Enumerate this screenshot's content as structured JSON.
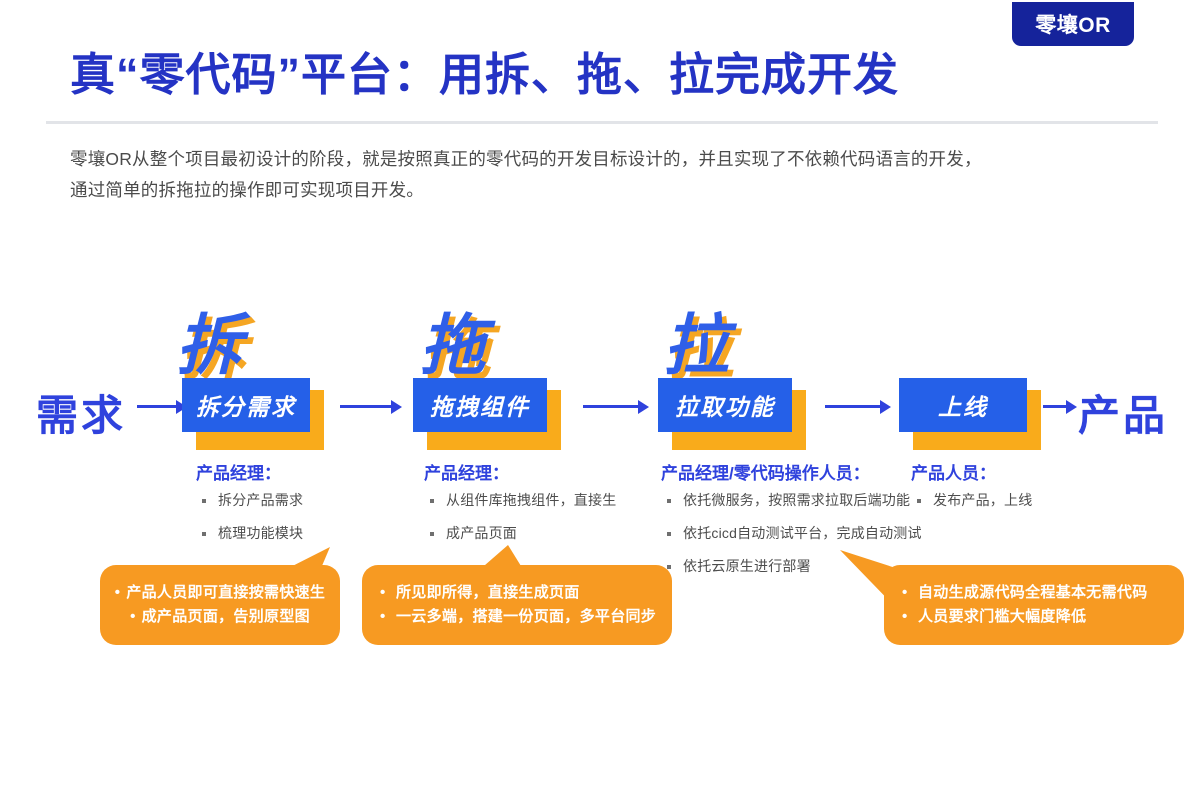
{
  "brand": {
    "badge": "零壤OR"
  },
  "header": {
    "title": "真“零代码”平台：用拆、拖、拉完成开发",
    "intro_line1": "零壤OR从整个项目最初设计的阶段，就是按照真正的零代码的开发目标设计的，并且实现了不依赖代码语言的开发，",
    "intro_line2": "通过简单的拆拖拉的操作即可实现项目开发。"
  },
  "flow": {
    "start_label": "需求",
    "end_label": "产品",
    "steps": [
      {
        "big_char": "拆",
        "box_label": "拆分需求",
        "role": "产品经理：",
        "bullets": [
          "拆分产品需求",
          "梳理功能模块"
        ]
      },
      {
        "big_char": "拖",
        "box_label": "拖拽组件",
        "role": "产品经理：",
        "bullets": [
          "从组件库拖拽组件，直接生",
          "成产品页面"
        ]
      },
      {
        "big_char": "拉",
        "box_label": "拉取功能",
        "role": "产品经理/零代码操作人员：",
        "bullets": [
          "依托微服务，按照需求拉取后端功能",
          "依托cicd自动测试平台，完成自动测试",
          "依托云原生进行部署"
        ]
      },
      {
        "big_char": "",
        "box_label": "上线",
        "role": "产品人员：",
        "bullets": [
          "发布产品，上线"
        ]
      }
    ]
  },
  "callouts": [
    {
      "lines": [
        "产品人员即可直接按需快速生",
        "成产品页面，告别原型图"
      ]
    },
    {
      "lines": [
        "所见即所得，直接生成页面",
        "一云多端，搭建一份页面，多平台同步"
      ]
    },
    {
      "lines": [
        "自动生成源代码全程基本无需代码",
        "人员要求门槛大幅度降低"
      ]
    }
  ],
  "colors": {
    "brand_navy": "#15239b",
    "title_blue": "#2433c4",
    "node_blue": "#2560e8",
    "accent_orange": "#f9ab1b",
    "callout_orange": "#f79a22",
    "arrow_blue": "#2f42dd"
  }
}
